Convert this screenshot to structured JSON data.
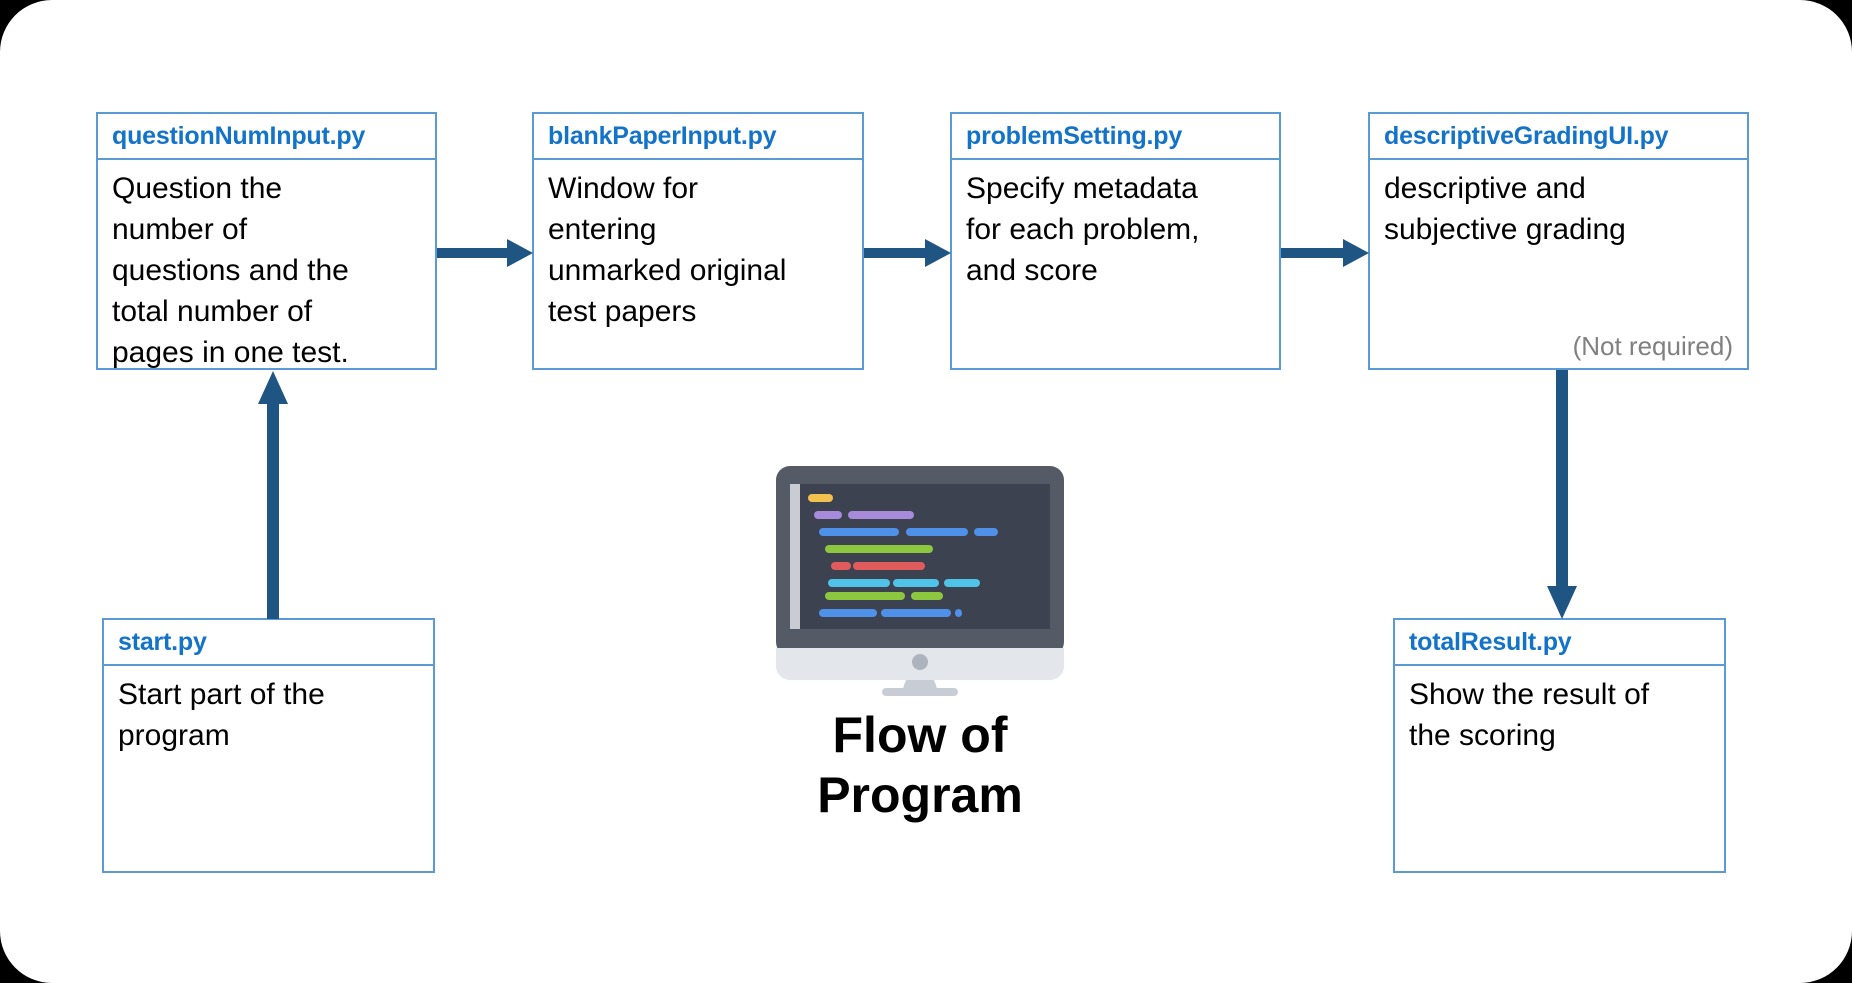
{
  "diagram": {
    "caption": "Flow of\nProgram",
    "accent_border": "#5b9bd5",
    "accent_title": "#1273c8",
    "arrow_color": "#1f5582",
    "note_color": "#808080",
    "background": "#ffffff"
  },
  "boxes": {
    "question_num_input": {
      "title": "questionNumInput.py",
      "description": "Question the\nnumber of\nquestions and the\ntotal number of\npages in one test."
    },
    "blank_paper_input": {
      "title": "blankPaperInput.py",
      "description": "Window for\nentering\nunmarked original\ntest papers"
    },
    "problem_setting": {
      "title": "problemSetting.py",
      "description": "Specify metadata\nfor each problem,\nand score"
    },
    "descriptive_grading_ui": {
      "title": "descriptiveGradingUI.py",
      "description": "descriptive and\nsubjective grading",
      "note": "(Not required)"
    },
    "start": {
      "title": "start.py",
      "description": "Start part of the\nprogram"
    },
    "total_result": {
      "title": "totalResult.py",
      "description": "Show the result of\nthe scoring"
    }
  },
  "arrows": [
    {
      "name": "questionNumInput.py to blankPaperInput.py",
      "direction": "right"
    },
    {
      "name": "blankPaperInput.py to problemSetting.py",
      "direction": "right"
    },
    {
      "name": "problemSetting.py to descriptiveGradingUI.py",
      "direction": "right"
    },
    {
      "name": "start.py to questionNumInput.py",
      "direction": "up"
    },
    {
      "name": "descriptiveGradingUI.py to totalResult.py",
      "direction": "down"
    }
  ],
  "illustration": {
    "name": "desktop-monitor-with-code",
    "screen_bg": "#3c4250",
    "bezel": "#555b66",
    "stand": "#c8ccd4",
    "base": "#e3e6ea",
    "code_colors": [
      "#f2c14e",
      "#a78bda",
      "#4f90e8",
      "#8dc63f",
      "#e05b5b",
      "#4fc3e8"
    ]
  }
}
